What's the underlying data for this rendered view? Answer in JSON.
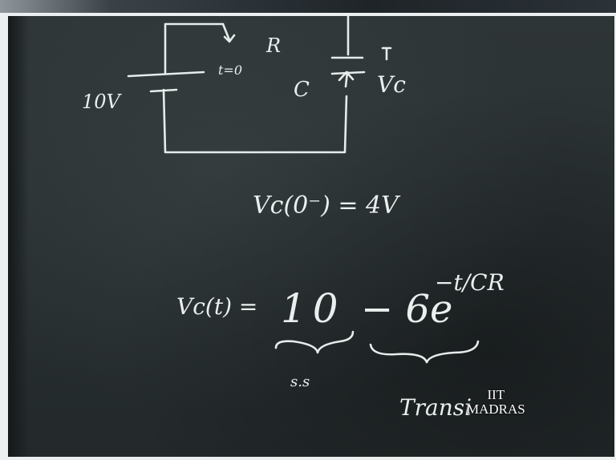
{
  "board": {
    "circuit": {
      "source_label": "10V",
      "switch_label": "t=0",
      "resistor_label": "R",
      "capacitor_label": "C",
      "voltage_label": "Vc"
    },
    "initial_condition": "Vc(0⁻) = 4V",
    "solution": {
      "lhs": "Vc(t) =",
      "steady_term": "10",
      "transient_term": "− 6e",
      "exponent": "−t/CR",
      "steady_label": "s.s",
      "transient_label": "Transi"
    }
  },
  "watermark": {
    "line1": "IIT",
    "line2": "MADRAS"
  }
}
